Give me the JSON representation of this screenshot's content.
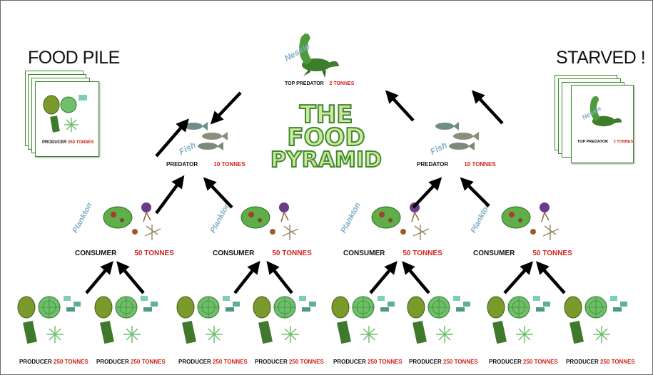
{
  "title": [
    "THE",
    "FOOD",
    "PYRAMID"
  ],
  "top_predator": {
    "name": "Nessie",
    "role": "TOP PREDATOR",
    "amount": "2 TONNES"
  },
  "predators": [
    {
      "name": "Fish",
      "role": "PREDATOR",
      "amount": "10 TONNES"
    },
    {
      "name": "Fish",
      "role": "PREDATOR",
      "amount": "10 TONNES"
    }
  ],
  "consumers": [
    {
      "name": "Plankton",
      "role": "CONSUMER",
      "amount": "50 TONNES"
    },
    {
      "name": "Plankton",
      "role": "CONSUMER",
      "amount": "50 TONNES"
    },
    {
      "name": "Plankton",
      "role": "CONSUMER",
      "amount": "50 TONNES"
    },
    {
      "name": "Plankton",
      "role": "CONSUMER",
      "amount": "50 TONNES"
    }
  ],
  "producers": [
    {
      "role": "PRODUCER",
      "amount": "250 TONNES"
    },
    {
      "role": "PRODUCER",
      "amount": "250 TONNES"
    },
    {
      "role": "PRODUCER",
      "amount": "250 TONNES"
    },
    {
      "role": "PRODUCER",
      "amount": "250 TONNES"
    },
    {
      "role": "PRODUCER",
      "amount": "250 TONNES"
    },
    {
      "role": "PRODUCER",
      "amount": "250 TONNES"
    },
    {
      "role": "PRODUCER",
      "amount": "250 TONNES"
    },
    {
      "role": "PRODUCER",
      "amount": "250 TONNES"
    }
  ],
  "food_pile": {
    "heading": "FOOD PILE",
    "card_role": "PRODUCER",
    "card_amount": "250 TONNES"
  },
  "starved": {
    "heading": "STARVED !",
    "card_name": "Nessie",
    "card_role": "TOP PREDATOR",
    "card_amount": "2 TONNES"
  },
  "colors": {
    "amount": "#d0231c",
    "title_fill": "#cfe8a0",
    "title_stroke": "#3f8a2e",
    "species_name": "#7fb0c6",
    "organism_green": "#4f9a3a"
  },
  "icons": [
    "plesiosaur-icon",
    "fish-icon",
    "plankton-icon",
    "algae-icon",
    "arrow-icon"
  ]
}
